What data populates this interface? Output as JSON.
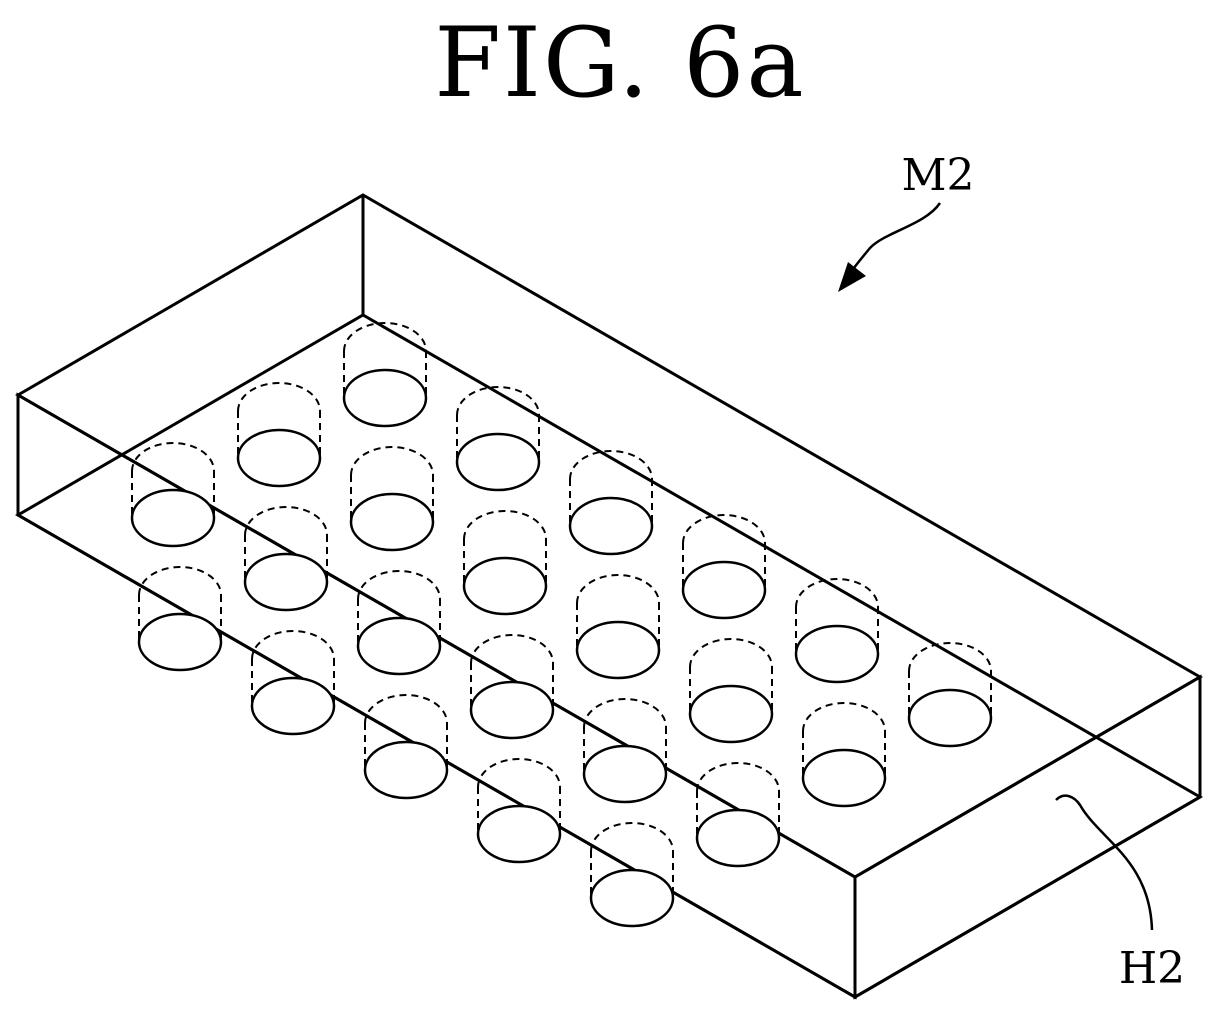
{
  "figure": {
    "title": "FIG. 6a",
    "labels": {
      "mask": "M2",
      "hole": "H2"
    },
    "hole_rows": [
      3,
      4,
      4,
      4,
      4,
      4
    ],
    "colors": {
      "stroke": "#000000",
      "background": "#ffffff"
    }
  }
}
